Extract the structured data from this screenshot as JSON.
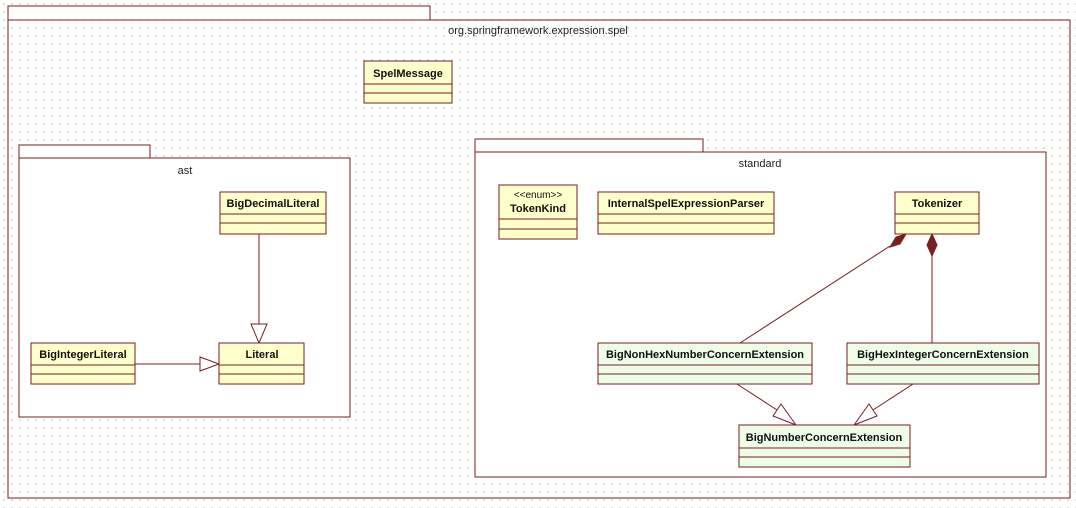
{
  "packages": {
    "root": "org.springframework.expression.spel",
    "ast": "ast",
    "standard": "standard"
  },
  "classes": {
    "spel_message": "SpelMessage",
    "big_decimal_literal": "BigDecimalLiteral",
    "big_integer_literal": "BigIntegerLiteral",
    "literal": "Literal",
    "token_kind": "TokenKind",
    "token_kind_stereotype": "<<enum>>",
    "internal_spel_expression_parser": "InternalSpelExpressionParser",
    "tokenizer": "Tokenizer",
    "big_non_hex_number_concern_extension": "BigNonHexNumberConcernExtension",
    "big_hex_integer_concern_extension": "BigHexIntegerConcernExtension",
    "big_number_concern_extension": "BigNumberConcernExtension"
  },
  "colors": {
    "border": "#7a1f1f",
    "class_fill": "#ffffcc",
    "highlight_fill": "#eefde8"
  }
}
